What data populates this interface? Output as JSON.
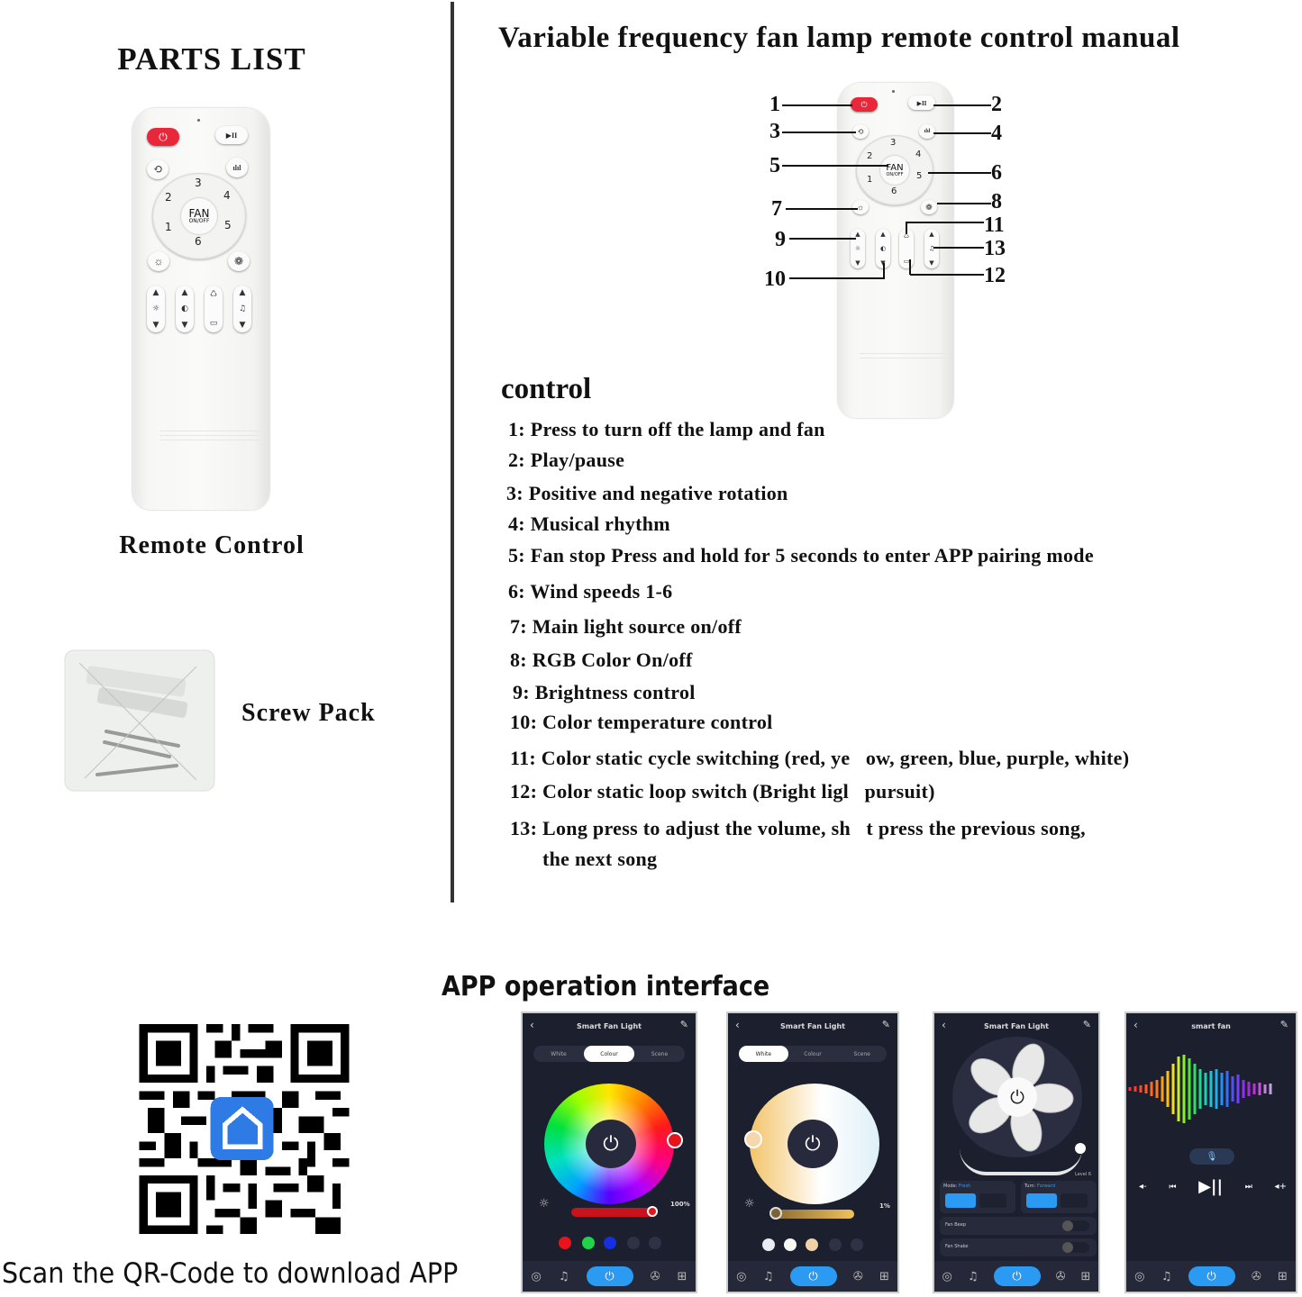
{
  "parts_list": {
    "title": "PARTS LIST",
    "remote_label": "Remote Control",
    "screw_label": "Screw Pack"
  },
  "remote": {
    "power_icon": "power-icon",
    "play_pause_icon": "play-pause-icon",
    "play_pause_glyph": "▶II",
    "rotation_icon": "rotation-icon",
    "rotation_glyph": "⟲",
    "rhythm_icon": "music-rhythm-icon",
    "rhythm_glyph": "ılıl",
    "dial_numbers": [
      "1",
      "2",
      "3",
      "4",
      "5",
      "6"
    ],
    "fan_label": "FAN",
    "fan_sub": "ON/OFF",
    "light_glyph": "☼",
    "rgb_glyph": "❁",
    "up_glyph": "▲",
    "down_glyph": "▼",
    "brightness_glyph": "☼",
    "temp_glyph": "◐",
    "cycle_glyph": "♺",
    "loop_glyph": "▭",
    "music_glyph": "♫",
    "power_glyph": "⏻"
  },
  "manual": {
    "title": "Variable frequency fan lamp remote control manual",
    "callouts": [
      "1",
      "2",
      "3",
      "4",
      "5",
      "6",
      "7",
      "8",
      "9",
      "10",
      "11",
      "12",
      "13"
    ],
    "control_heading": "control",
    "items": [
      "1: Press to turn off the lamp and fan",
      "2: Play/pause",
      "3: Positive and negative rotation",
      "4: Musical rhythm",
      "5: Fan stop  Press and hold for 5 seconds to enter APP pairing mode",
      "6: Wind speeds 1-6",
      "7: Main light source on/off",
      "8: RGB Color On/off",
      "9: Brightness control",
      "10: Color temperature control",
      "11: Color static cycle switching (red, ye   ow, green, blue, purple, white)",
      "12: Color static loop switch (Bright ligl   pursuit)",
      "13: Long press to adjust the volume, sh   t press the previous song,",
      "the next song"
    ]
  },
  "app": {
    "title": "APP operation interface",
    "qr_caption": "Scan the QR-Code to download APP",
    "qr_logo_icon": "smart-home-icon",
    "accent": "#2b9af3",
    "screens": [
      {
        "title": "Smart Fan Light",
        "tabs": [
          "White",
          "Colour",
          "Scene"
        ],
        "active_tab": 1,
        "brightness": "100%",
        "swatches": [
          "#e8141c",
          "#1fd34a",
          "#1530e0"
        ],
        "nav_icons": [
          "bulb-icon",
          "music-icon",
          "power-icon",
          "fan-icon",
          "grid-icon"
        ]
      },
      {
        "title": "Smart Fan Light",
        "tabs": [
          "White",
          "Colour",
          "Scene"
        ],
        "active_tab": 0,
        "brightness": "1%",
        "swatches": [
          "#e8ecf2",
          "#f7f7f5",
          "#f1d2a8"
        ],
        "nav_icons": [
          "bulb-icon",
          "music-icon",
          "power-icon",
          "fan-icon",
          "grid-icon"
        ]
      },
      {
        "title": "Smart Fan Light",
        "level": "Level 6",
        "mode_label": "Mode:",
        "mode_value": "Fresh",
        "turn_label": "Turn:",
        "turn_value": "Forward",
        "toggles": [
          "Fan Beep",
          "Fan Shake"
        ],
        "nav_icons": [
          "bulb-icon",
          "music-icon",
          "power-icon",
          "fan-icon",
          "grid-icon"
        ]
      },
      {
        "title": "smart fan",
        "controls": [
          "volume-down",
          "previous",
          "play-pause",
          "next",
          "volume-up"
        ],
        "nav_icons": [
          "bulb-icon",
          "music-icon",
          "power-icon",
          "fan-icon",
          "grid-icon"
        ]
      }
    ]
  }
}
